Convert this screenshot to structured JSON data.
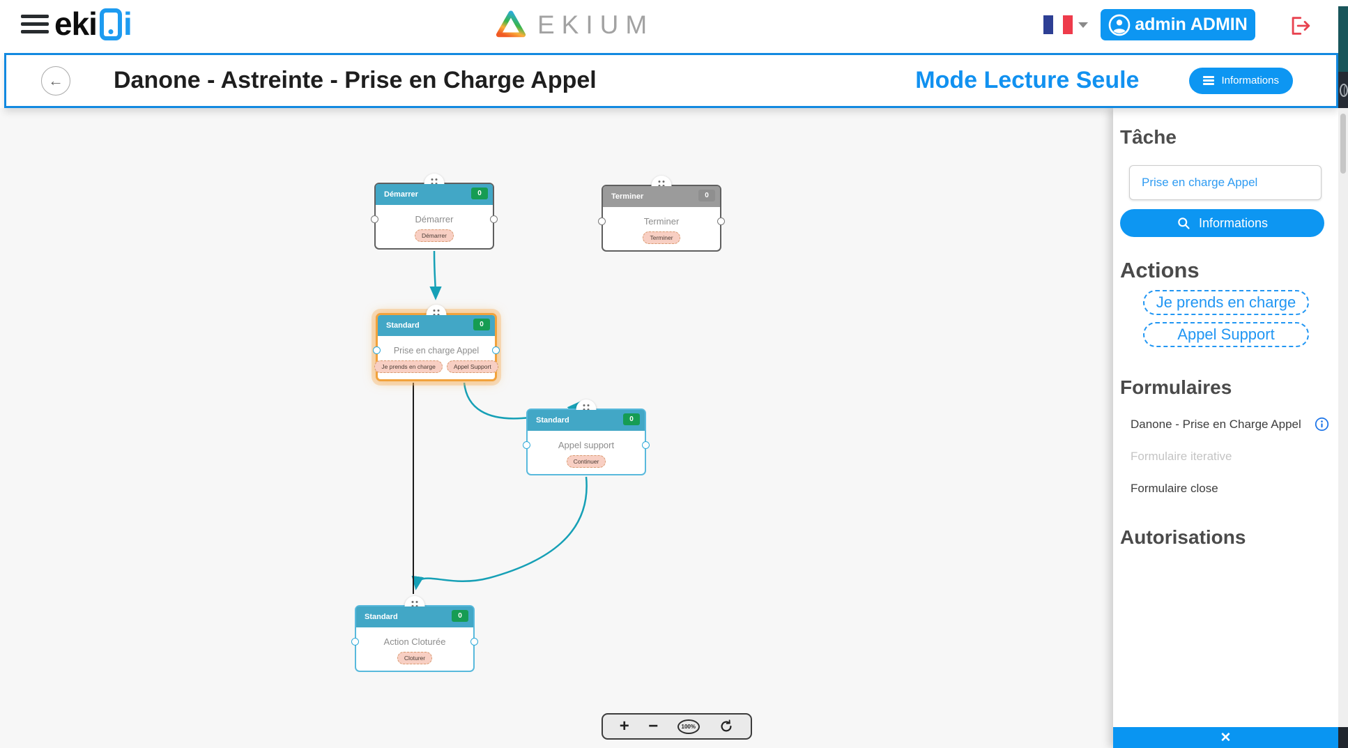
{
  "header": {
    "logo_black": "eki",
    "logo_blue": "i",
    "brand": "EKIUM",
    "user_button_label": "admin ADMIN"
  },
  "subheader": {
    "back_glyph": "←",
    "title": "Danone - Astreinte - Prise en Charge Appel",
    "mode_label": "Mode Lecture Seule",
    "informations_label": "Informations"
  },
  "canvas": {
    "nodes": [
      {
        "header": "Démarrer",
        "badge": "0",
        "label": "Démarrer",
        "pills": [
          "Démarrer"
        ]
      },
      {
        "header": "Terminer",
        "badge": "0",
        "label": "Terminer",
        "pills": [
          "Terminer"
        ]
      },
      {
        "header": "Standard",
        "badge": "0",
        "label": "Prise en charge Appel",
        "pills": [
          "Je prends en charge",
          "Appel Support"
        ]
      },
      {
        "header": "Standard",
        "badge": "0",
        "label": "Appel support",
        "pills": [
          "Continuer"
        ]
      },
      {
        "header": "Standard",
        "badge": "0",
        "label": "Action Cloturée",
        "pills": [
          "Cloturer"
        ]
      }
    ],
    "zoom": {
      "plus": "+",
      "minus": "−",
      "level": "100%"
    }
  },
  "panel": {
    "tache_heading": "Tâche",
    "tache_value": "Prise en charge Appel",
    "informations_button": "Informations",
    "actions_heading": "Actions",
    "actions": [
      "Je prends en charge",
      "Appel Support"
    ],
    "formulaires_heading": "Formulaires",
    "formulaires": [
      {
        "label": "Danone - Prise en Charge Appel"
      },
      {
        "label": "Formulaire iterative"
      },
      {
        "label": "Formulaire close"
      }
    ],
    "autorisations_heading": "Autorisations",
    "close_glyph": "✕"
  },
  "colors": {
    "accent_blue": "#0d96f2",
    "node_teal": "#42a7c6",
    "badge_green": "#169c53",
    "edge_teal": "#16a0b6",
    "selected_orange": "#f2a23c",
    "logout_red": "#e8424f"
  }
}
